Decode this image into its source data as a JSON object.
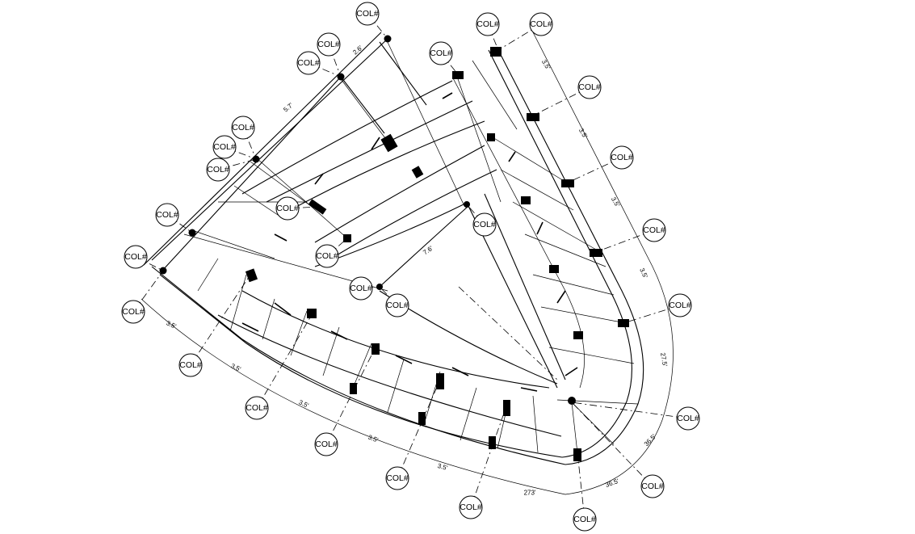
{
  "drawing": {
    "column_tag": "COL#",
    "dimension_labels": {
      "outer_left": [
        "3.5'",
        "3.5'",
        "3.5'",
        "3.5'",
        "3.5'"
      ],
      "bottom_arc": [
        "273'"
      ],
      "outer_right": [
        "3.5'",
        "3.5'",
        "3.5'",
        "3.5'",
        "27.5'"
      ],
      "corner": [
        "36.5'",
        "36.5'"
      ],
      "top_short": [
        "2.6'",
        "5.7'"
      ],
      "inner": [
        "7.6'"
      ]
    }
  }
}
